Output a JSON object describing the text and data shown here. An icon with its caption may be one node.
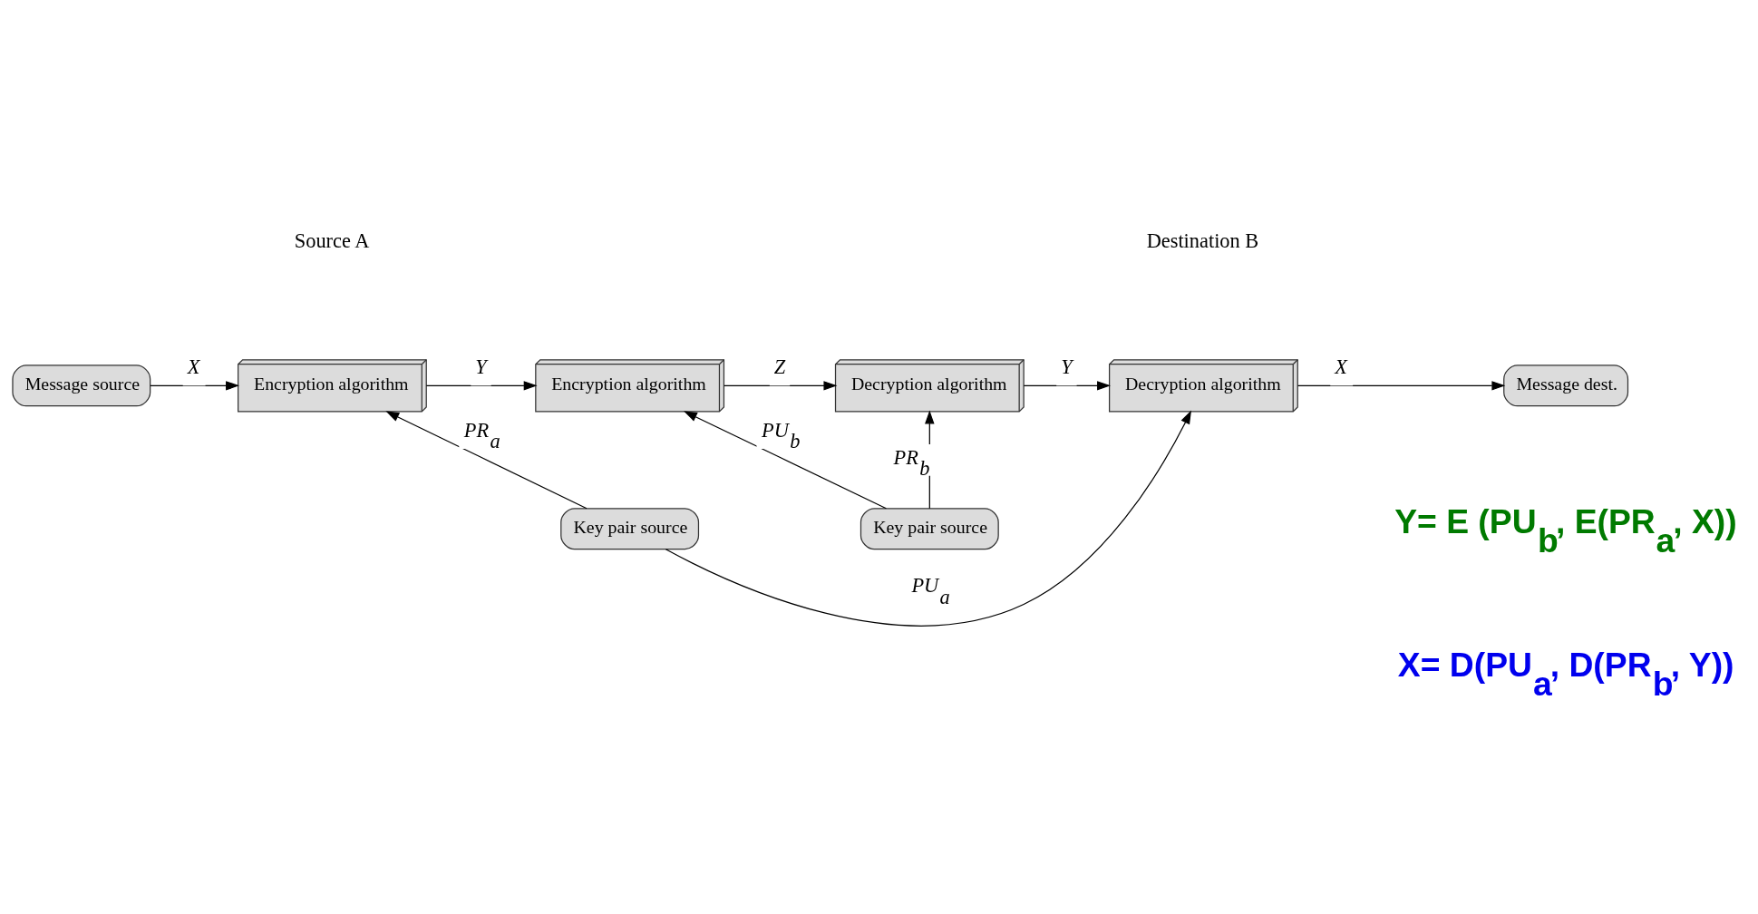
{
  "diagram": {
    "nodes": [
      {
        "text": [
          "Message source"
        ]
      },
      {
        "text": [
          "Encryption algorithm"
        ]
      },
      {
        "text": [
          "Encryption algorithm"
        ]
      },
      {
        "text": [
          "Decryption algorithm"
        ]
      },
      {
        "text": [
          "Decryption algorithm"
        ]
      },
      {
        "text": [
          "Message dest."
        ]
      },
      {
        "text": [
          "Key pair source"
        ]
      },
      {
        "text": [
          "Key pair source"
        ]
      }
    ],
    "edges": [
      {
        "from": 0,
        "to": 1,
        "arrow": "to",
        "label": "X"
      },
      {
        "from": 1,
        "to": 2,
        "arrow": "to",
        "label": "Y"
      },
      {
        "from": 2,
        "to": 3,
        "arrow": "to",
        "label": "Z"
      },
      {
        "from": 3,
        "to": 4,
        "arrow": "to",
        "label": "Y"
      },
      {
        "from": 4,
        "to": 5,
        "arrow": "to",
        "label": "X"
      },
      {
        "from": 6,
        "to": 2,
        "arrow": "to",
        "label": "PU$_{b}$"
      },
      {
        "from": 6,
        "to": 3,
        "arrow": "to",
        "label": "PR$_{b}$"
      },
      {
        "from": 7,
        "to": 1,
        "arrow": "to",
        "label": "PR$_{a}$"
      },
      {
        "from": 7,
        "to": 4,
        "arrow": "to",
        "label": "PU$_{a}$"
      }
    ],
    "labels": [
      "Source A",
      "Destination B",
      "Y= E (PU$_{b}$, E(PR$_{a}$, X))",
      "X= D(PU$_{a}$, D(PR$_{b}$, Y))"
    ]
  }
}
